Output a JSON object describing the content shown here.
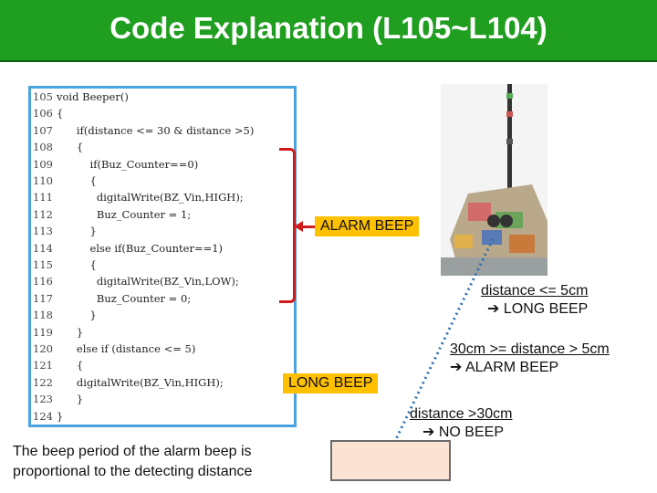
{
  "slide": {
    "title": "Code Explanation (L105~L104)"
  },
  "code": {
    "lines": [
      {
        "num": "105",
        "text": "void Beeper()"
      },
      {
        "num": "106",
        "text": "{"
      },
      {
        "num": "107",
        "text": "      if(distance <= 30 & distance >5)"
      },
      {
        "num": "108",
        "text": "      {"
      },
      {
        "num": "109",
        "text": "          if(Buz_Counter==0)"
      },
      {
        "num": "110",
        "text": "          {"
      },
      {
        "num": "111",
        "text": "            digitalWrite(BZ_Vin,HIGH);"
      },
      {
        "num": "112",
        "text": "            Buz_Counter = 1;"
      },
      {
        "num": "113",
        "text": "          }"
      },
      {
        "num": "114",
        "text": "          else if(Buz_Counter==1)"
      },
      {
        "num": "115",
        "text": "          {"
      },
      {
        "num": "116",
        "text": "            digitalWrite(BZ_Vin,LOW);"
      },
      {
        "num": "117",
        "text": "            Buz_Counter = 0;"
      },
      {
        "num": "118",
        "text": "          }"
      },
      {
        "num": "119",
        "text": "      }"
      },
      {
        "num": "120",
        "text": "      else if (distance <= 5)"
      },
      {
        "num": "121",
        "text": "      {"
      },
      {
        "num": "122",
        "text": "      digitalWrite(BZ_Vin,HIGH);"
      },
      {
        "num": "123",
        "text": "      }"
      },
      {
        "num": "124",
        "text": "}"
      }
    ]
  },
  "labels": {
    "alarm_beep": "ALARM BEEP",
    "long_beep": "LONG BEEP"
  },
  "annotations": {
    "near_line1": "distance <= 5cm",
    "near_line2": "➔ LONG BEEP",
    "mid_line1": "30cm >= distance > 5cm",
    "mid_line2": "➔ ALARM BEEP",
    "far_line1": "distance >30cm",
    "far_line2": "➔ NO BEEP"
  },
  "footer": {
    "text": "The beep period of the alarm beep is proportional to the detecting distance"
  },
  "colors": {
    "title_bg": "#1f9e1f",
    "panel_border": "#4aa3df",
    "bracket": "#d11a1a",
    "label_bg": "#ffc000",
    "sensor_box": "#fbe3d3",
    "dotted_line": "#2a6fb0"
  }
}
